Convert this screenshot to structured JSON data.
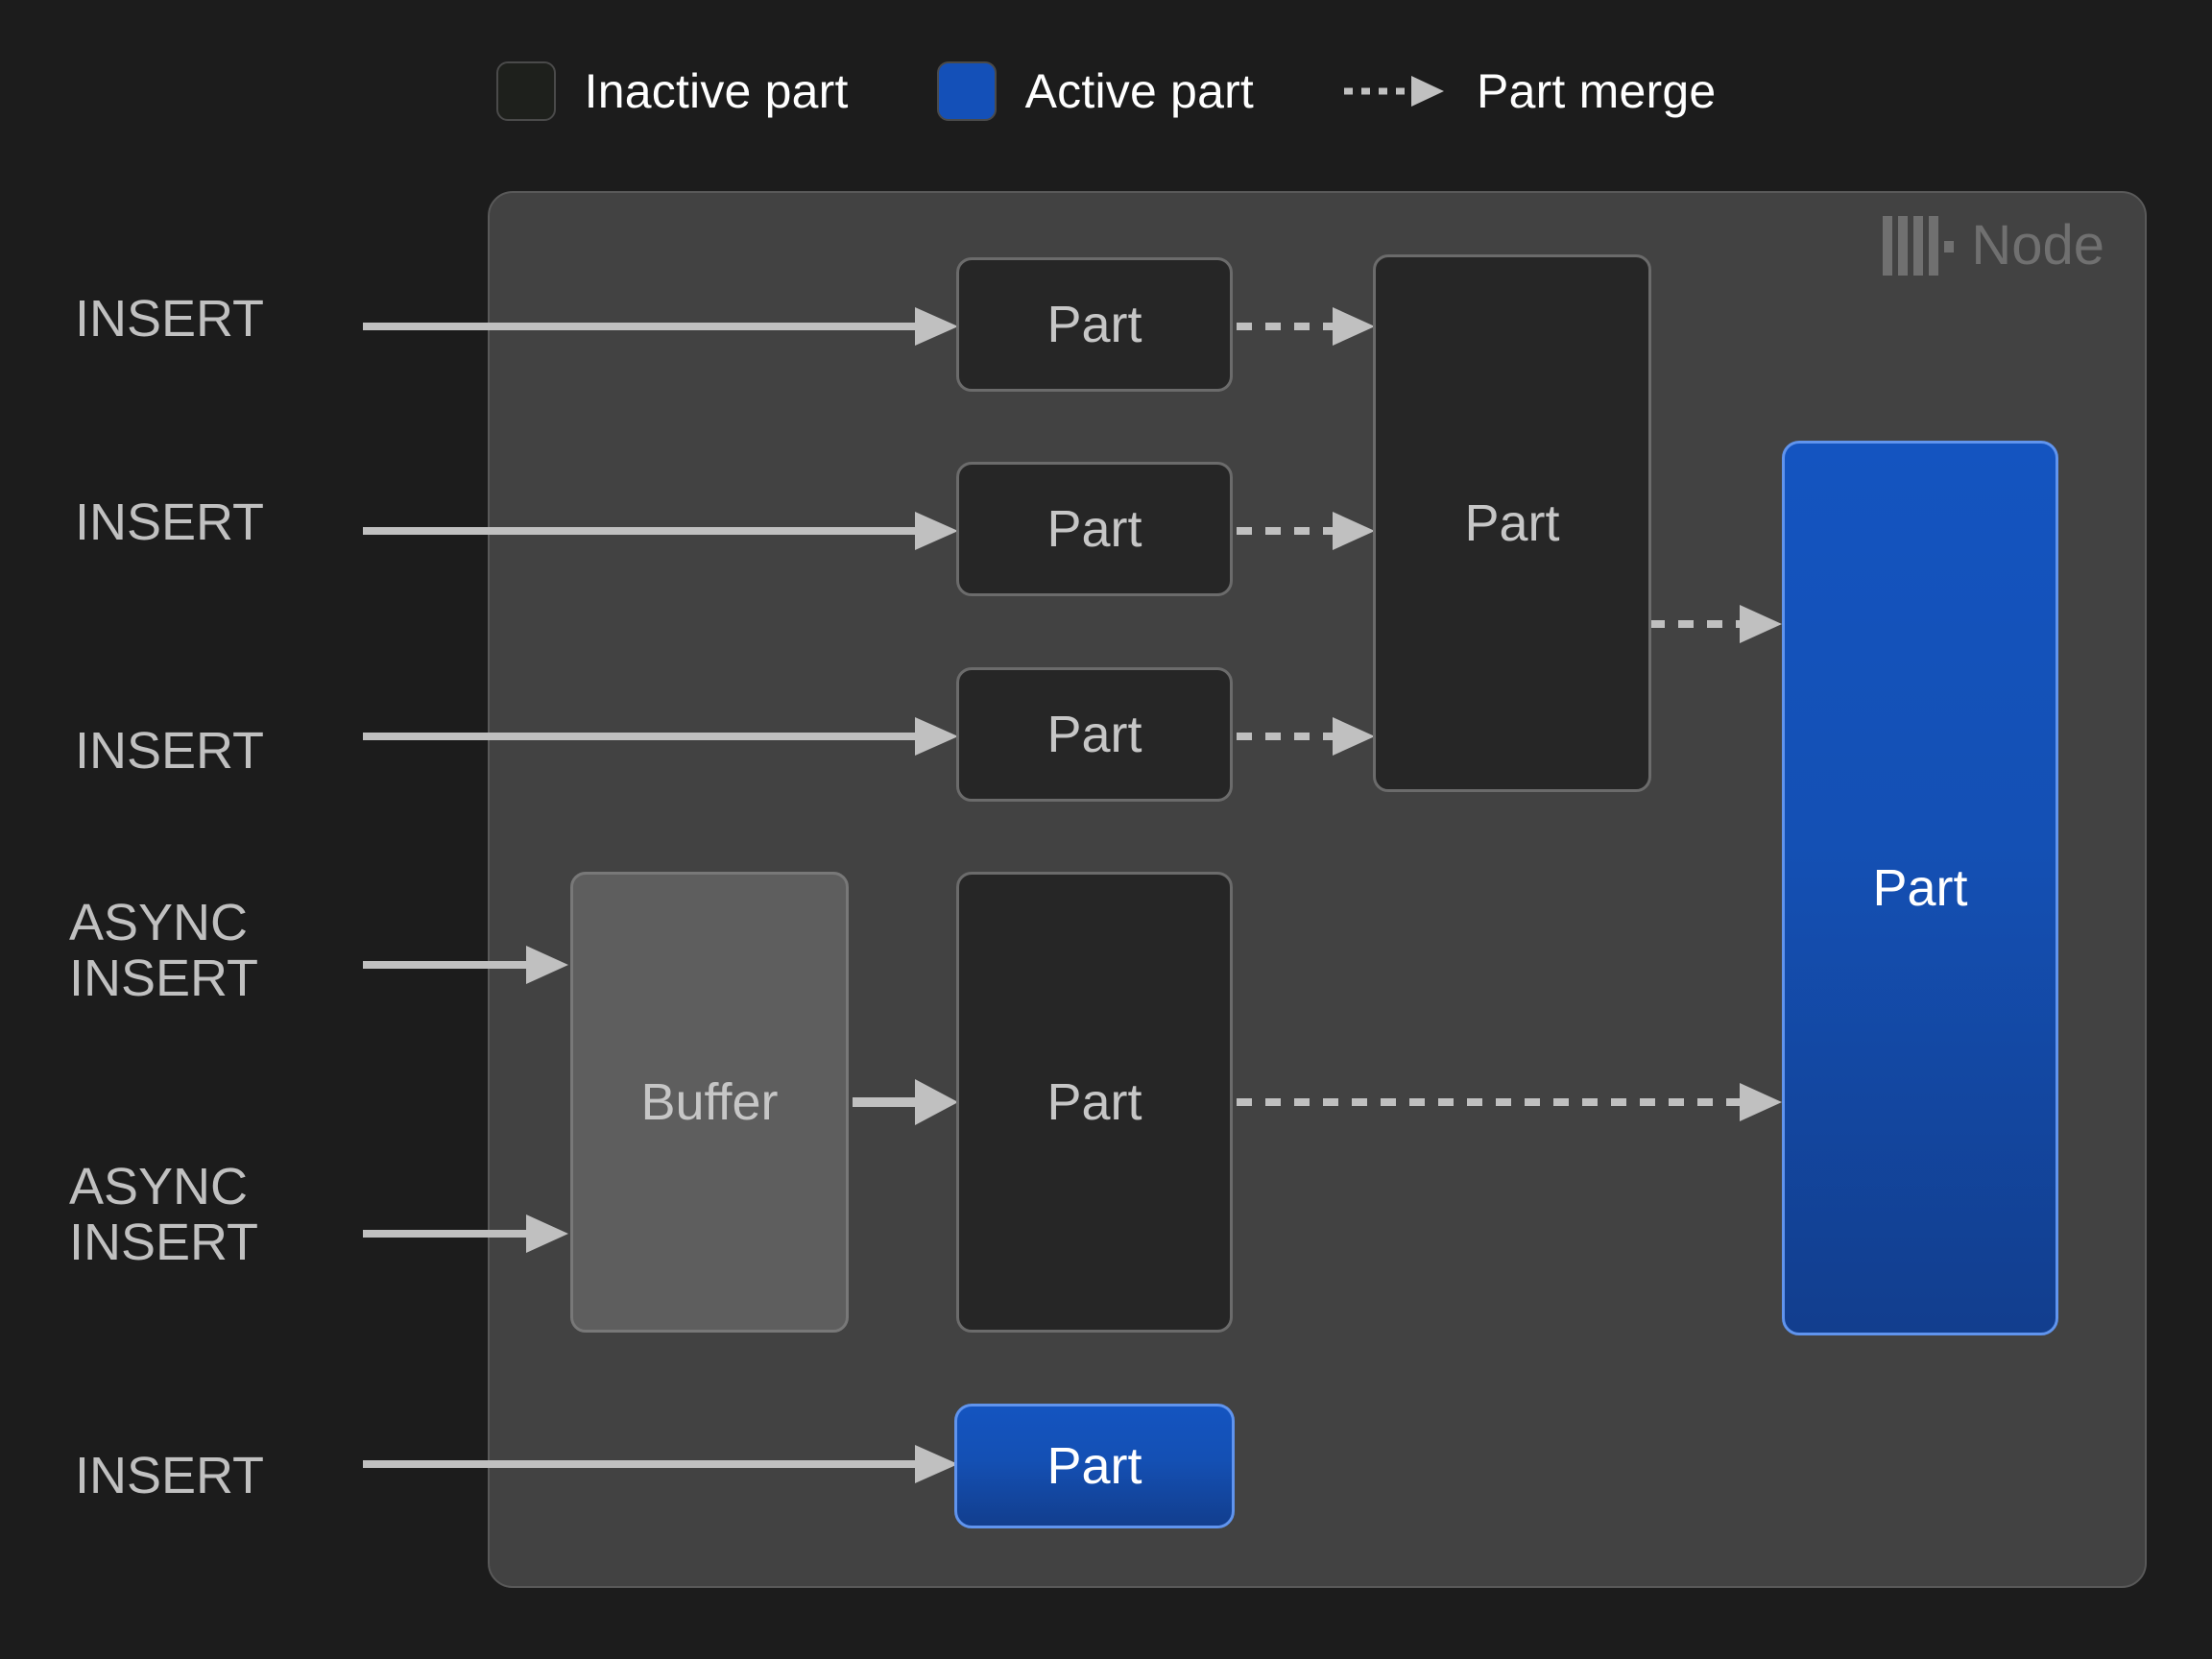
{
  "legend": {
    "items": [
      {
        "icon": "rounded-square-outline-icon",
        "label": "Inactive part",
        "kind": "swatch-inactive",
        "color": "#1E201C"
      },
      {
        "icon": "rounded-square-filled-icon",
        "label": "Active part",
        "kind": "swatch-active",
        "color": "#1450B8"
      },
      {
        "icon": "dashed-arrow-icon",
        "label": "Part merge",
        "kind": "arrow-dashed",
        "color": "#C0C0C0"
      }
    ]
  },
  "node": {
    "title": "Node",
    "logo": "clickhouse-logo-icon",
    "panel_color": "#424242",
    "border_color": "#595959"
  },
  "sources": [
    {
      "label": "INSERT"
    },
    {
      "label": "INSERT"
    },
    {
      "label": "INSERT"
    },
    {
      "label": "ASYNC\nINSERT"
    },
    {
      "label": "ASYNC\nINSERT"
    },
    {
      "label": "INSERT"
    }
  ],
  "boxes": {
    "part_row1": {
      "label": "Part",
      "state": "inactive"
    },
    "part_row2": {
      "label": "Part",
      "state": "inactive"
    },
    "part_row3": {
      "label": "Part",
      "state": "inactive"
    },
    "part_merged": {
      "label": "Part",
      "state": "inactive"
    },
    "buffer": {
      "label": "Buffer",
      "state": "buffer"
    },
    "part_from_buffer": {
      "label": "Part",
      "state": "inactive"
    },
    "part_final": {
      "label": "Part",
      "state": "active"
    },
    "part_bottom": {
      "label": "Part",
      "state": "active"
    }
  },
  "colors": {
    "background": "#1C1C1C",
    "panel": "#424242",
    "inactive_fill": "#262626",
    "inactive_border": "#6B6B6B",
    "active_fill": "#1450B8",
    "active_border": "#6094EE",
    "buffer_fill": "#5E5E5E",
    "arrow": "#C0C0C0",
    "text_primary": "#FFFFFF",
    "text_secondary": "#C6C6C6",
    "node_title": "#707070"
  }
}
